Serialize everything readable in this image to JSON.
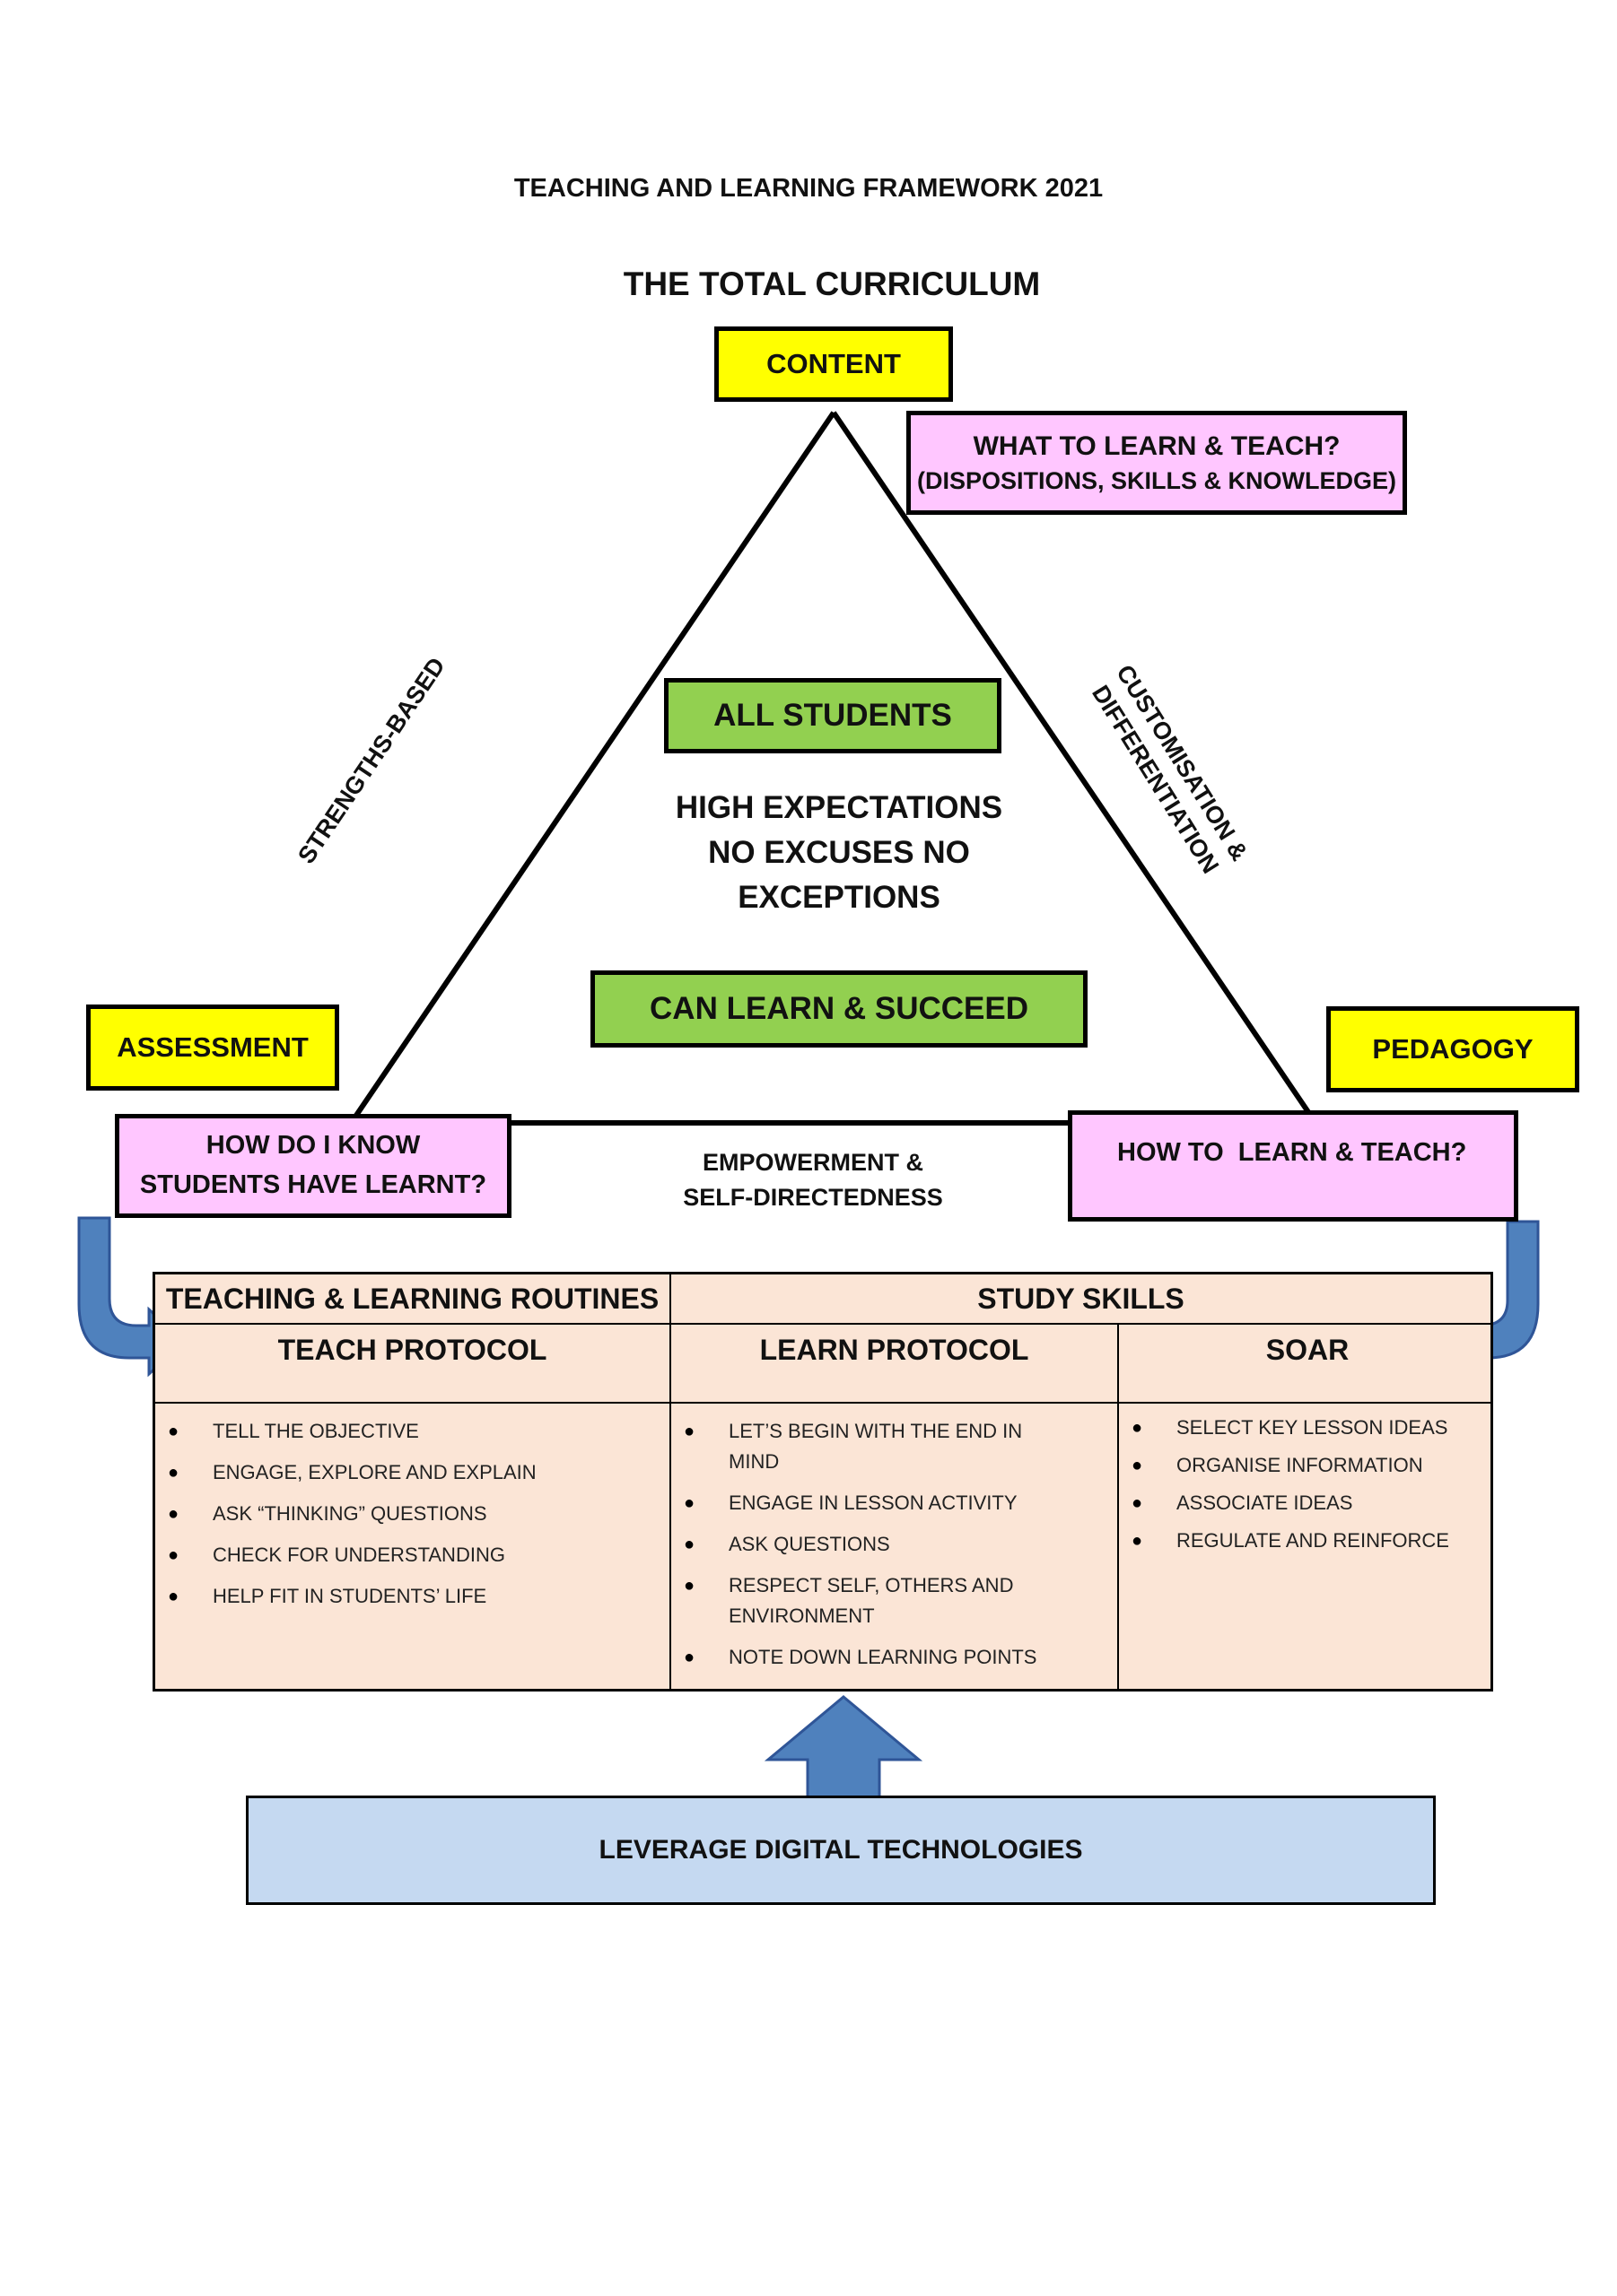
{
  "title": "TEACHING AND LEARNING FRAMEWORK 2021",
  "subtitle": "THE TOTAL CURRICULUM",
  "vertices": {
    "content": "CONTENT",
    "assessment": "ASSESSMENT",
    "pedagogy": "PEDAGOGY"
  },
  "questions": {
    "what_line1": "WHAT TO LEARN & TEACH?",
    "what_line2": "(DISPOSITIONS, SKILLS & KNOWLEDGE)",
    "how_know_line1": "HOW DO I KNOW",
    "how_know_line2": "STUDENTS HAVE LEARNT?",
    "how_to": "HOW TO  LEARN & TEACH?"
  },
  "sides": {
    "left": "STRENGTHS-BASED",
    "right_line1": "CUSTOMISATION &",
    "right_line2": "DIFFERENTIATION",
    "bottom_line1": "EMPOWERMENT &",
    "bottom_line2": "SELF-DIRECTEDNESS"
  },
  "center": {
    "all_students": "ALL STUDENTS",
    "line1": "HIGH EXPECTATIONS",
    "line2": "NO EXCUSES NO",
    "line3": "EXCEPTIONS",
    "can_learn": "CAN LEARN & SUCCEED"
  },
  "table": {
    "group1": "TEACHING & LEARNING ROUTINES",
    "group2": "STUDY SKILLS",
    "col1": "TEACH PROTOCOL",
    "col2": "LEARN PROTOCOL",
    "col3": "SOAR",
    "teach_items": [
      "TELL THE OBJECTIVE",
      "ENGAGE, EXPLORE AND EXPLAIN",
      "ASK “THINKING” QUESTIONS",
      "CHECK FOR UNDERSTANDING",
      "HELP FIT IN STUDENTS’ LIFE"
    ],
    "learn_items": [
      "LET’S BEGIN WITH THE END IN MIND",
      "ENGAGE IN LESSON ACTIVITY",
      "ASK QUESTIONS",
      "RESPECT SELF, OTHERS AND ENVIRONMENT",
      "NOTE DOWN LEARNING POINTS"
    ],
    "soar_items": [
      "SELECT KEY LESSON IDEAS",
      "ORGANISE INFORMATION",
      "ASSOCIATE IDEAS",
      "REGULATE AND REINFORCE"
    ]
  },
  "digital": "LEVERAGE DIGITAL TECHNOLOGIES",
  "colors": {
    "yellow": "#ffff00",
    "pink": "#ffc6ff",
    "green": "#92d050",
    "peach": "#fbe5d6",
    "light_blue": "#c5d9f1",
    "arrow_blue": "#4f81bd"
  }
}
